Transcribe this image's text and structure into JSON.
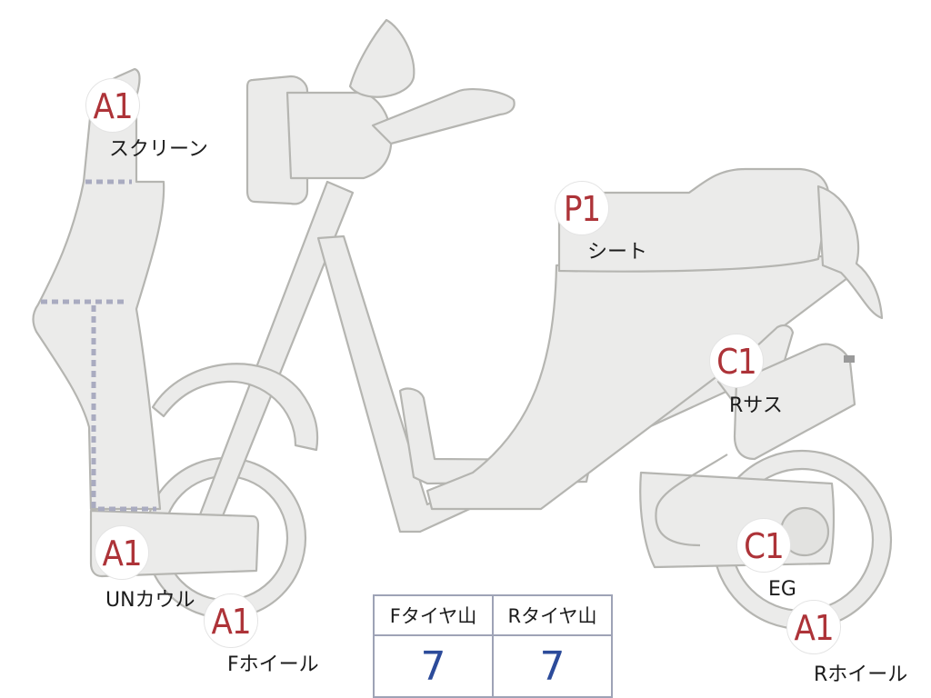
{
  "parts": [
    {
      "key": "screen",
      "grade": "A1",
      "label": "スクリーン"
    },
    {
      "key": "seat",
      "grade": "P1",
      "label": "シート"
    },
    {
      "key": "rear_suspension",
      "grade": "C1",
      "label": "Rサス"
    },
    {
      "key": "under_cowl",
      "grade": "A1",
      "label": "UNカウル"
    },
    {
      "key": "front_wheel",
      "grade": "A1",
      "label": "Fホイール"
    },
    {
      "key": "engine",
      "grade": "C1",
      "label": "EG"
    },
    {
      "key": "rear_wheel",
      "grade": "A1",
      "label": "Rホイール"
    }
  ],
  "tire_tread": {
    "headers": [
      "Fタイヤ山",
      "Rタイヤ山"
    ],
    "values": [
      "7",
      "7"
    ]
  },
  "colors": {
    "grade_text": "#ad3338",
    "tread_value": "#2c4b9a",
    "body_fill": "#ebebea",
    "body_stroke": "#b5b5b1",
    "damage_dots": "#a9abc0"
  }
}
